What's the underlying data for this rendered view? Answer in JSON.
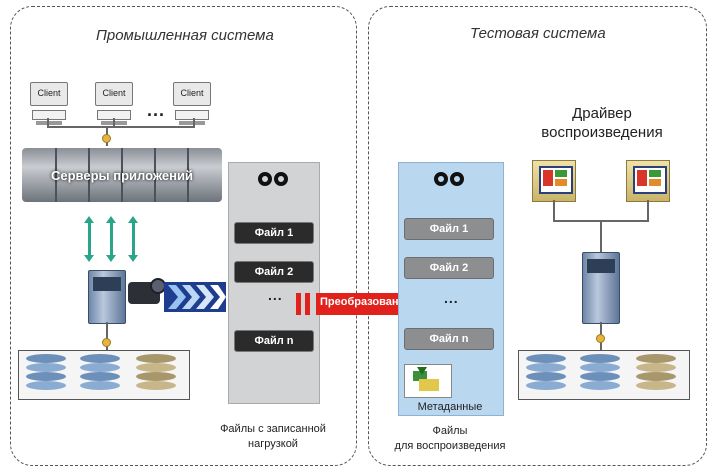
{
  "panels": {
    "production_title": "Промышленная система",
    "test_title": "Тестовая система"
  },
  "clients": [
    "Client",
    "Client",
    "Client"
  ],
  "clients_ellipsis": "...",
  "servers_label": "Серверы приложений",
  "files_recorded": {
    "items": [
      "Файл 1",
      "Файл 2",
      "Файл n"
    ],
    "ellipsis": "...",
    "caption_line1": "Файлы с записанной",
    "caption_line2": "нагрузкой"
  },
  "conversion_label": "Преобразование",
  "files_replay": {
    "items": [
      "Файл 1",
      "Файл 2",
      "Файл n"
    ],
    "ellipsis": "...",
    "metadata_label": "Метаданные",
    "caption_line1": "Файлы",
    "caption_line2": "для воспроизведения"
  },
  "replay_driver": {
    "line1": "Драйвер",
    "line2": "воспроизведения"
  },
  "colors": {
    "accent_red": "#e0211c",
    "replay_panel_blue": "#b9d7ef",
    "arrow_green": "#2aa58a"
  }
}
